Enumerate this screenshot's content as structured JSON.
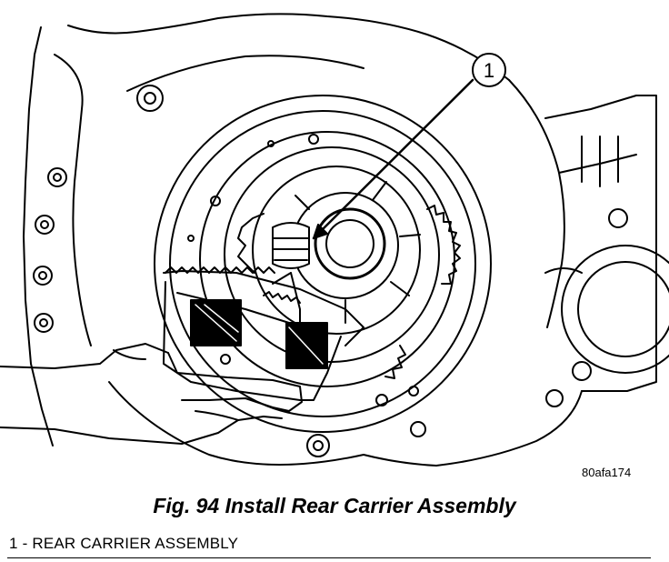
{
  "figure": {
    "callout_number": "1",
    "reference_code": "80afa174",
    "caption": "Fig. 94 Install Rear Carrier Assembly"
  },
  "legend": {
    "items": [
      {
        "text": "1 - REAR CARRIER ASSEMBLY"
      }
    ]
  },
  "colors": {
    "ink": "#000000",
    "paper": "#ffffff"
  },
  "parts": {
    "housing": "transmission-case-icon",
    "clutch_pack": "clutch-drum-icon",
    "carrier": "rear-carrier-assembly-icon",
    "hand": "hand-icon"
  }
}
